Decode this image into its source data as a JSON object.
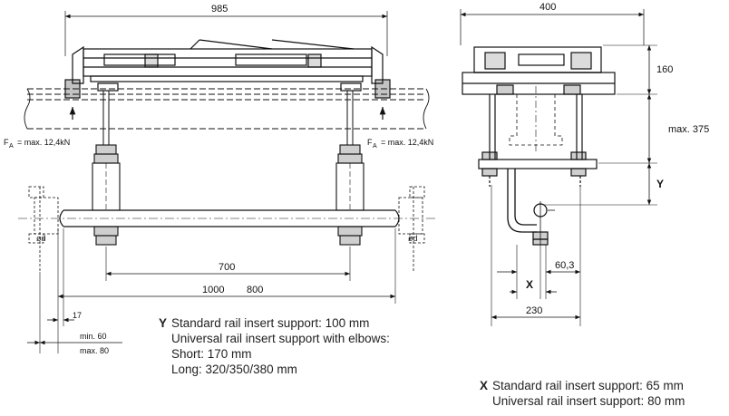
{
  "left_view": {
    "dim_top": "985",
    "force_left": "F",
    "force_left_sub": "A",
    "force_left_val": "= max. 12,4kN",
    "force_right": "F",
    "force_right_sub": "A",
    "force_right_val": "= max. 12,4kN",
    "dim_700": "700",
    "dim_1000": "1000",
    "dim_800": "800",
    "dim_17": "17",
    "dim_min60": "min. 60",
    "dim_max80": "max. 80",
    "od_left": "ød",
    "od_right": "ød"
  },
  "right_view": {
    "dim_top": "400",
    "dim_160": "160",
    "dim_max375": "max. 375",
    "label_y": "Y",
    "label_x": "X",
    "dim_60_3": "60,3",
    "dim_230": "230"
  },
  "captions": {
    "y": {
      "key": "Y",
      "line1": "Standard rail insert support: 100 mm",
      "line2": "Universal rail insert support with elbows:",
      "line3": "Short: 170 mm",
      "line4": "Long: 320/350/380 mm"
    },
    "x": {
      "key": "X",
      "line1": "Standard rail insert support: 65 mm",
      "line2": "Universal rail insert support: 80 mm"
    }
  }
}
